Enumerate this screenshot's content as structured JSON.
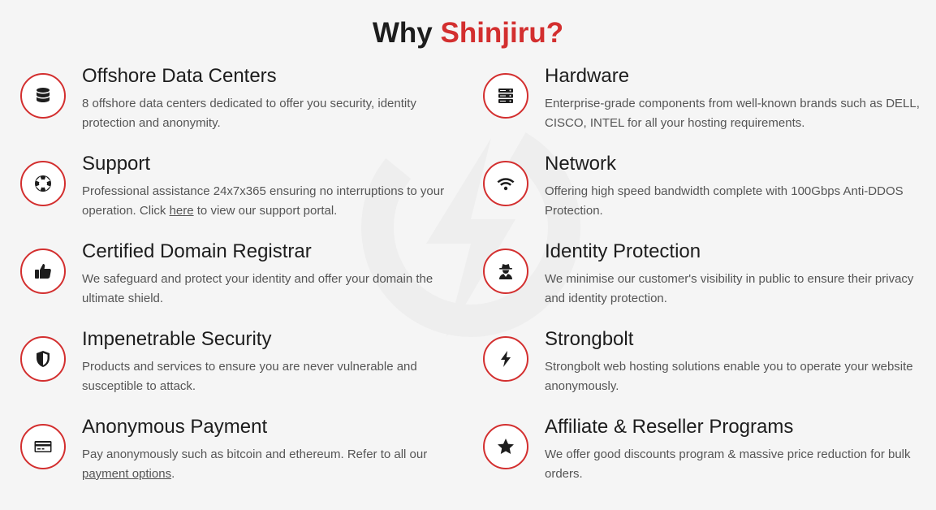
{
  "heading": {
    "prefix": "Why",
    "brand": "Shinjiru?"
  },
  "colors": {
    "accent": "#d32f2f",
    "text": "#1d1d1d",
    "muted": "#555555",
    "background": "#f5f5f5"
  },
  "features": {
    "offshore": {
      "icon": "database-icon",
      "title": "Offshore Data Centers",
      "description": "8 offshore data centers dedicated to offer you security, identity protection and anonymity."
    },
    "hardware": {
      "icon": "server-icon",
      "title": "Hardware",
      "description": "Enterprise-grade components from well-known brands such as DELL, CISCO, INTEL for all your hosting requirements."
    },
    "support": {
      "icon": "lifebuoy-icon",
      "title": "Support",
      "description_before": "Professional assistance 24x7x365 ensuring no interruptions to your operation. Click ",
      "link_text": "here",
      "description_after": " to view our support portal."
    },
    "network": {
      "icon": "wifi-icon",
      "title": "Network",
      "description": "Offering high speed bandwidth complete with 100Gbps Anti-DDOS Protection."
    },
    "registrar": {
      "icon": "thumbs-up-icon",
      "title": "Certified Domain Registrar",
      "description": "We safeguard and protect your identity and offer your domain the ultimate shield."
    },
    "identity": {
      "icon": "user-secret-icon",
      "title": "Identity Protection",
      "description": "We minimise our customer's visibility in public to ensure their privacy and identity protection."
    },
    "security": {
      "icon": "shield-icon",
      "title": "Impenetrable Security",
      "description": "Products and services to ensure you are never vulnerable and susceptible to attack."
    },
    "strongbolt": {
      "icon": "bolt-icon",
      "title": "Strongbolt",
      "description": "Strongbolt web hosting solutions enable you to operate your website anonymously."
    },
    "payment": {
      "icon": "credit-card-icon",
      "title": "Anonymous Payment",
      "description_before": "Pay anonymously such as bitcoin and ethereum. Refer to all our ",
      "link_text": "payment options",
      "description_after": "."
    },
    "affiliate": {
      "icon": "star-icon",
      "title": "Affiliate & Reseller Programs",
      "description": "We offer good discounts program & massive price reduction for bulk orders."
    }
  }
}
